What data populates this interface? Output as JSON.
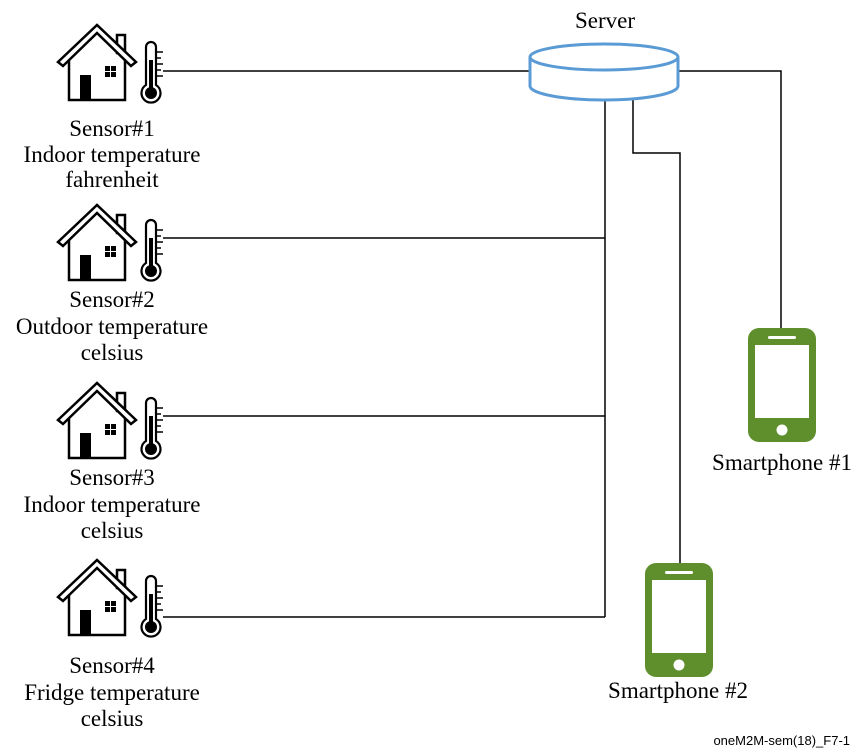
{
  "server": {
    "label": "Server",
    "icon": "database-icon"
  },
  "sensors": [
    {
      "name": "Sensor#1",
      "description": "Indoor temperature",
      "unit": "fahrenheit",
      "icons": [
        "house-icon",
        "thermometer-icon"
      ]
    },
    {
      "name": "Sensor#2",
      "description": "Outdoor temperature",
      "unit": "celsius",
      "icons": [
        "house-icon",
        "thermometer-icon"
      ]
    },
    {
      "name": "Sensor#3",
      "description": "Indoor temperature",
      "unit": "celsius",
      "icons": [
        "house-icon",
        "thermometer-icon"
      ]
    },
    {
      "name": "Sensor#4",
      "description": "Fridge temperature",
      "unit": "celsius",
      "icons": [
        "house-icon",
        "thermometer-icon"
      ]
    }
  ],
  "smartphones": [
    {
      "label": "Smartphone #1",
      "icon": "smartphone-icon"
    },
    {
      "label": "Smartphone #2",
      "icon": "smartphone-icon"
    }
  ],
  "figure_id": "oneM2M-sem(18)_F7-1",
  "colors": {
    "server_outline": "#5b9bd5",
    "smartphone": "#5e8f2c"
  }
}
